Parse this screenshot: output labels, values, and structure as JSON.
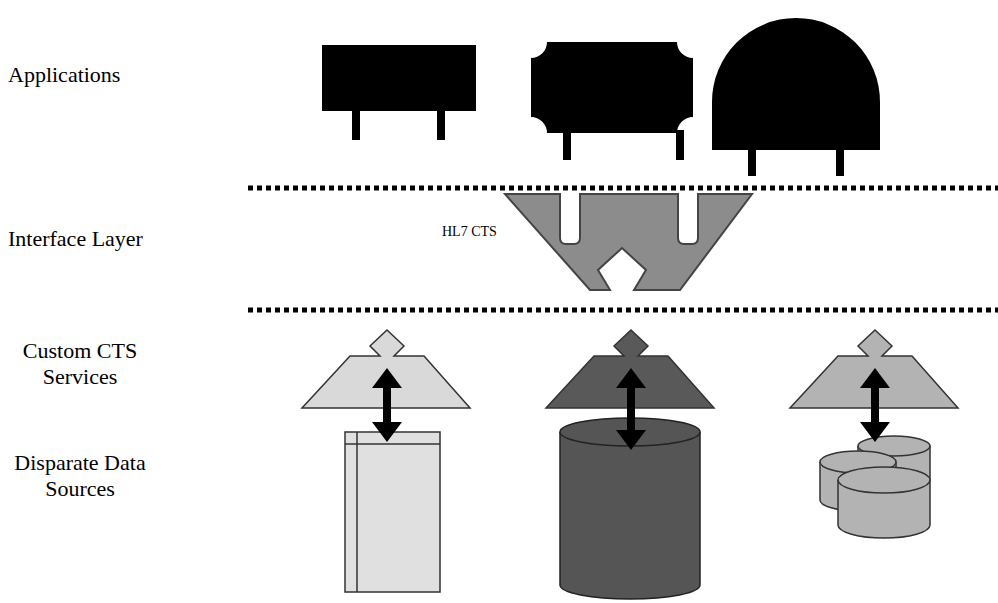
{
  "diagram": {
    "nodes": [
      {
        "text": [
          "HL7 CTS"
        ]
      }
    ],
    "labels": [
      "Applications",
      "Interface Layer",
      "Custom CTS Services",
      "Disparate Data Sources"
    ]
  }
}
